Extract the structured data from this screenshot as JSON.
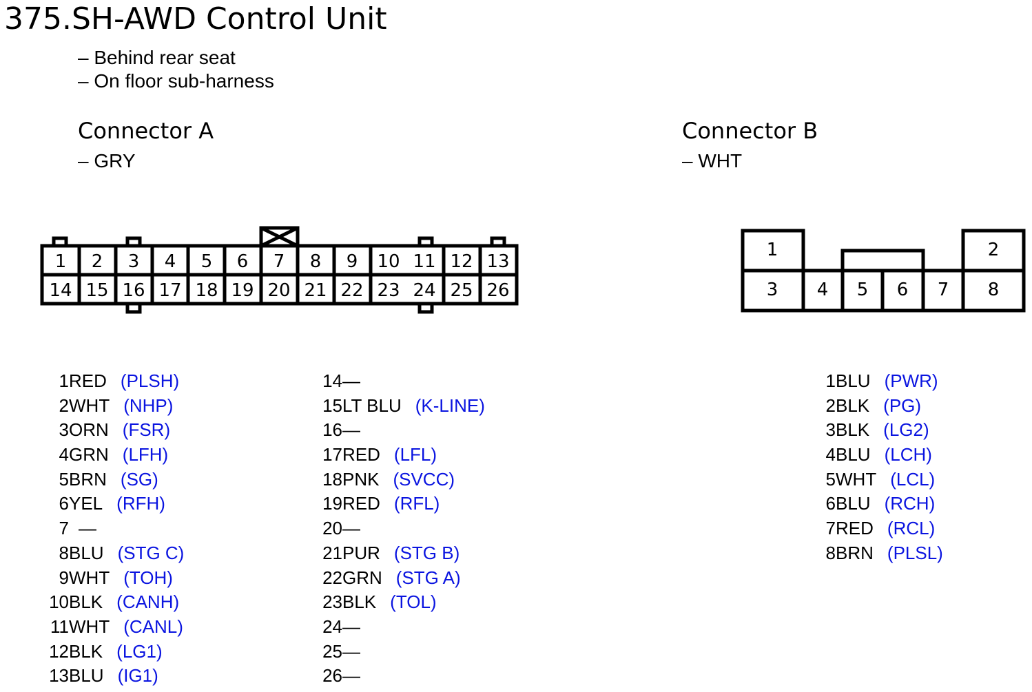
{
  "title": "375.SH-AWD Control Unit",
  "location_notes": [
    "– Behind rear seat",
    "– On floor sub-harness"
  ],
  "signal_color": "#0a14e0",
  "connector_a": {
    "name": "Connector A",
    "color_note": "– GRY",
    "top_row_labels": [
      "1",
      "2",
      "3",
      "4",
      "5",
      "6",
      "7",
      "8",
      "9",
      "10",
      "11",
      "12",
      "13"
    ],
    "bottom_row_labels": [
      "14",
      "15",
      "16",
      "17",
      "18",
      "19",
      "20",
      "21",
      "22",
      "23",
      "24",
      "25",
      "26"
    ],
    "pins": [
      {
        "num": "1",
        "wire": "RED",
        "signal": "(PLSH)"
      },
      {
        "num": "2",
        "wire": "WHT",
        "signal": "(NHP)"
      },
      {
        "num": "3",
        "wire": "ORN",
        "signal": "(FSR)"
      },
      {
        "num": "4",
        "wire": "GRN",
        "signal": "(LFH)"
      },
      {
        "num": "5",
        "wire": "BRN",
        "signal": "(SG)"
      },
      {
        "num": "6",
        "wire": "YEL",
        "signal": "(RFH)"
      },
      {
        "num": "7",
        "wire": "",
        "signal": "",
        "dash": "—"
      },
      {
        "num": "8",
        "wire": "BLU",
        "signal": "(STG C)"
      },
      {
        "num": "9",
        "wire": "WHT",
        "signal": "(TOH)"
      },
      {
        "num": "10",
        "wire": "BLK",
        "signal": "(CANH)"
      },
      {
        "num": "11",
        "wire": "WHT",
        "signal": "(CANL)"
      },
      {
        "num": "12",
        "wire": "BLK",
        "signal": "(LG1)"
      },
      {
        "num": "13",
        "wire": "BLU",
        "signal": "(IG1)"
      },
      {
        "num": "14",
        "wire": "",
        "signal": "",
        "dash": "—"
      },
      {
        "num": "15",
        "wire": "LT BLU",
        "signal": "(K-LINE)"
      },
      {
        "num": "16",
        "wire": "",
        "signal": "",
        "dash": "—"
      },
      {
        "num": "17",
        "wire": "RED",
        "signal": "(LFL)"
      },
      {
        "num": "18",
        "wire": "PNK",
        "signal": "(SVCC)"
      },
      {
        "num": "19",
        "wire": "RED",
        "signal": "(RFL)"
      },
      {
        "num": "20",
        "wire": "",
        "signal": "",
        "dash": "—"
      },
      {
        "num": "21",
        "wire": "PUR",
        "signal": "(STG B)"
      },
      {
        "num": "22",
        "wire": "GRN",
        "signal": "(STG A)"
      },
      {
        "num": "23",
        "wire": "BLK",
        "signal": "(TOL)"
      },
      {
        "num": "24",
        "wire": "",
        "signal": "",
        "dash": "—"
      },
      {
        "num": "25",
        "wire": "",
        "signal": "",
        "dash": "—"
      },
      {
        "num": "26",
        "wire": "",
        "signal": "",
        "dash": "—"
      }
    ]
  },
  "connector_b": {
    "name": "Connector B",
    "color_note": "– WHT",
    "cavity_labels": [
      "1",
      "2",
      "3",
      "4",
      "5",
      "6",
      "7",
      "8"
    ],
    "pins": [
      {
        "num": "1",
        "wire": "BLU",
        "signal": "(PWR)"
      },
      {
        "num": "2",
        "wire": "BLK",
        "signal": "(PG)"
      },
      {
        "num": "3",
        "wire": "BLK",
        "signal": "(LG2)"
      },
      {
        "num": "4",
        "wire": "BLU",
        "signal": "(LCH)"
      },
      {
        "num": "5",
        "wire": "WHT",
        "signal": "(LCL)"
      },
      {
        "num": "6",
        "wire": "BLU",
        "signal": "(RCH)"
      },
      {
        "num": "7",
        "wire": "RED",
        "signal": "(RCL)"
      },
      {
        "num": "8",
        "wire": "BRN",
        "signal": "(PLSL)"
      }
    ]
  }
}
